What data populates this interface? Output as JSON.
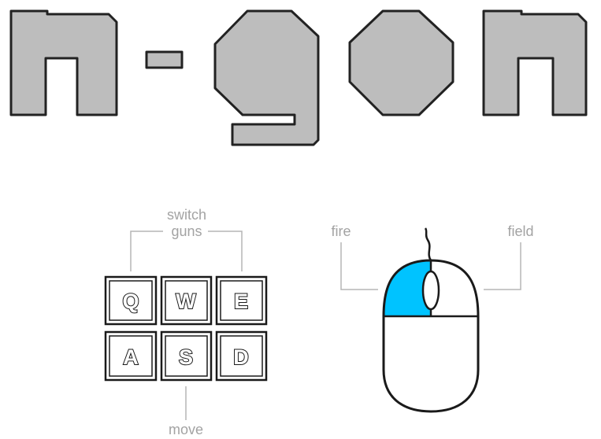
{
  "title": {
    "text": "n-gon",
    "letters": [
      "n",
      "-",
      "g",
      "o",
      "n"
    ],
    "fill_color": "#bdbdbd",
    "stroke_color": "#222222"
  },
  "keyboard": {
    "keys": [
      {
        "label": "Q"
      },
      {
        "label": "W"
      },
      {
        "label": "E"
      },
      {
        "label": "A"
      },
      {
        "label": "S"
      },
      {
        "label": "D"
      }
    ],
    "switch_label_line1": "switch",
    "switch_label_line2": "guns",
    "move_label": "move"
  },
  "mouse": {
    "left_button_label": "fire",
    "right_button_label": "field",
    "left_button_color": "#00c3ff"
  },
  "colors": {
    "hint_text": "#a3a3a3",
    "hint_line": "#b5b5b5",
    "outline": "#1a1a1a"
  }
}
